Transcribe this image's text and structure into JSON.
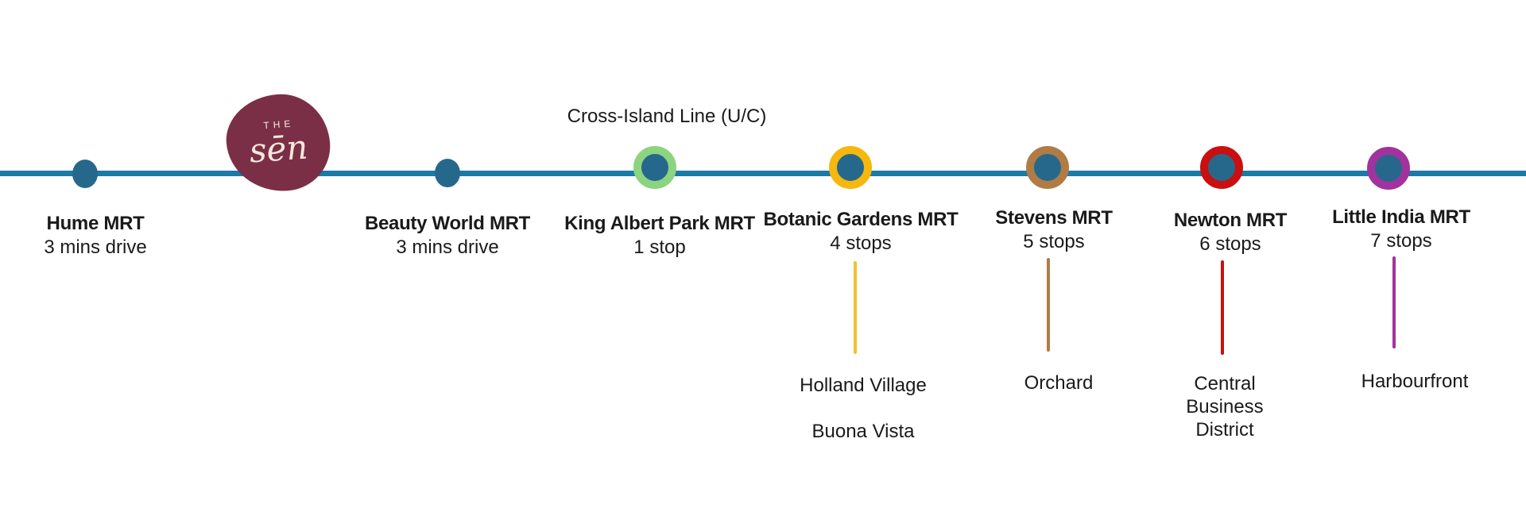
{
  "canvas": {
    "background": "#ffffff",
    "text_color": "#1a1a1a"
  },
  "transit_line": {
    "color": "#1b7aa6"
  },
  "logo": {
    "line1": "THE",
    "line2": "sēn",
    "bg_color": "#7b2f47",
    "text_color": "#f5e8dc"
  },
  "annotations": {
    "cross_island": "Cross-Island Line (U/C)"
  },
  "stations": [
    {
      "id": "hume",
      "name": "Hume MRT",
      "detail": "3 mins drive",
      "marker": "dot",
      "dot_color": "#26688c"
    },
    {
      "id": "beauty-world",
      "name": "Beauty World MRT",
      "detail": "3 mins drive",
      "marker": "dot",
      "dot_color": "#26688c"
    },
    {
      "id": "king-albert-park",
      "name": "King Albert Park MRT",
      "detail": "1 stop",
      "marker": "ring",
      "ring_color": "#8cd47f",
      "dot_color": "#26688c"
    },
    {
      "id": "botanic-gardens",
      "name": "Botanic Gardens MRT",
      "detail": "4 stops",
      "marker": "ring",
      "ring_color": "#f6b80e",
      "dot_color": "#26688c",
      "connector_color": "#f2c232",
      "destinations": [
        "Holland Village",
        "Buona Vista"
      ]
    },
    {
      "id": "stevens",
      "name": "Stevens MRT",
      "detail": "5 stops",
      "marker": "ring",
      "ring_color": "#b07c45",
      "dot_color": "#26688c",
      "connector_color": "#b07c45",
      "destinations": [
        "Orchard"
      ]
    },
    {
      "id": "newton",
      "name": "Newton MRT",
      "detail": "6 stops",
      "marker": "ring",
      "ring_color": "#c90f0f",
      "dot_color": "#26688c",
      "connector_color": "#c90f0f",
      "destinations": [
        "Central Business District"
      ]
    },
    {
      "id": "little-india",
      "name": "Little India MRT",
      "detail": "7 stops",
      "marker": "ring",
      "ring_color": "#a2329e",
      "dot_color": "#26688c",
      "connector_color": "#a2329e",
      "destinations": [
        "Harbourfront"
      ]
    }
  ]
}
